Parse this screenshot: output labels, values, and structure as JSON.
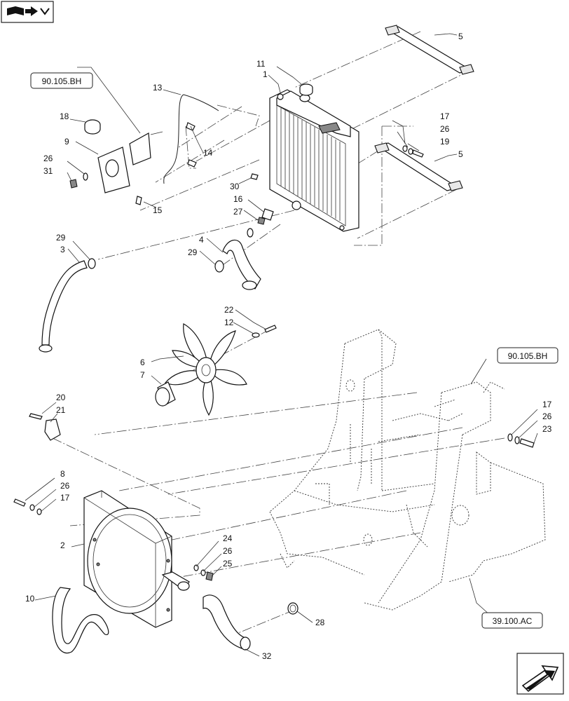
{
  "callouts": {
    "n1": "1",
    "n2": "2",
    "n3": "3",
    "n4": "4",
    "n5a": "5",
    "n5b": "5",
    "n6": "6",
    "n7": "7",
    "n8": "8",
    "n9": "9",
    "n10": "10",
    "n11": "11",
    "n12": "12",
    "n13": "13",
    "n14": "14",
    "n15": "15",
    "n16": "16",
    "n17a": "17",
    "n17b": "17",
    "n17c": "17",
    "n18": "18",
    "n19": "19",
    "n20": "20",
    "n21": "21",
    "n22": "22",
    "n23": "23",
    "n24": "24",
    "n25": "25",
    "n26a": "26",
    "n26b": "26",
    "n26c": "26",
    "n26d": "26",
    "n26e": "26",
    "n27": "27",
    "n28": "28",
    "n29a": "29",
    "n29b": "29",
    "n30": "30",
    "n31": "31",
    "n32": "32"
  },
  "references": {
    "ref_top_left": "90.105.BH",
    "ref_right": "90.105.BH",
    "ref_bottom": "39.100.AC"
  },
  "icons": {
    "top_left": "book-navigation-icon",
    "bottom_right": "next-page-arrow-icon"
  }
}
